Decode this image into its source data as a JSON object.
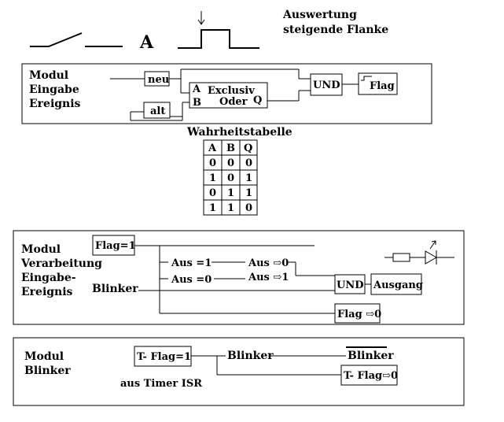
{
  "header": {
    "line1": "Auswertung",
    "line2": "steigende Flanke",
    "big_letter": "A"
  },
  "modul_eingabe": {
    "title": [
      "Modul",
      "Eingabe",
      "Ereignis"
    ],
    "neu": "neu",
    "alt": "alt",
    "gate_a": "A",
    "gate_b": "B",
    "gate_q": "Q",
    "gate_l1": "Exclusiv",
    "gate_l2": "Oder",
    "und": "UND",
    "flag": "Flag"
  },
  "truth_table": {
    "title": "Wahrheitstabelle",
    "headers": [
      "A",
      "B",
      "Q"
    ],
    "rows": [
      [
        "0",
        "0",
        "0"
      ],
      [
        "1",
        "0",
        "1"
      ],
      [
        "0",
        "1",
        "1"
      ],
      [
        "1",
        "1",
        "0"
      ]
    ]
  },
  "modul_verarbeitung": {
    "title": [
      "Modul",
      "Verarbeitung",
      "Eingabe-",
      "Ereignis"
    ],
    "flag_eq": "Flag=1",
    "aus_eq1": "Aus =1",
    "aus_eq0": "Aus =0",
    "aus_to0": "Aus ⇨0",
    "aus_to1": "Aus ⇨1",
    "blinker": "Blinker",
    "und": "UND",
    "ausgang": "Ausgang",
    "flag_to0": "Flag ⇨0"
  },
  "modul_blinker": {
    "title": [
      "Modul",
      "Blinker"
    ],
    "tflag_eq": "T- Flag=1",
    "timer": "aus Timer ISR",
    "blinker": "Blinker",
    "blinker_neg": "Blinker",
    "tflag_to0": "T- Flag⇨0"
  }
}
